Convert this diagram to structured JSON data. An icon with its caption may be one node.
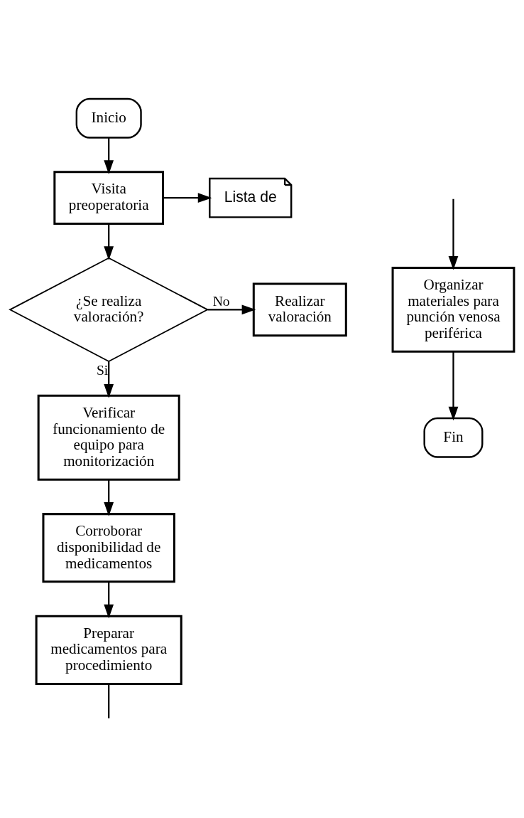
{
  "diagram": {
    "nodes": [
      {
        "text": [
          "Inicio"
        ]
      },
      {
        "text": [
          "Visita preoperatoria"
        ]
      },
      {
        "text": [
          "Lista de"
        ]
      },
      {
        "text": [
          "¿Se realiza valoración?"
        ]
      },
      {
        "text": [
          "Realizar valoración"
        ]
      },
      {
        "text": [
          "Verificar funcionamiento de equipo para monitorización"
        ]
      },
      {
        "text": [
          "Corroborar disponibilidad de medicamentos"
        ]
      },
      {
        "text": [
          "Preparar medicamentos para procedimiento"
        ]
      },
      {
        "text": [
          "Fin"
        ]
      },
      {
        "text": [
          "Organizar materiales para punción venosa periférica"
        ]
      }
    ],
    "edges": [
      {
        "from": 0,
        "to": 1,
        "arrow": "to"
      },
      {
        "from": 1,
        "to": 2,
        "arrow": "to"
      },
      {
        "from": 1,
        "to": 3,
        "arrow": "to"
      },
      {
        "from": 3,
        "to": 4,
        "arrow": "to",
        "label": "No"
      },
      {
        "from": 3,
        "to": 5,
        "arrow": "to",
        "label": "Si"
      },
      {
        "from": 5,
        "to": 6,
        "arrow": "to"
      },
      {
        "from": 6,
        "to": 7,
        "arrow": "to"
      },
      {
        "from": 7,
        "to": null,
        "arrow": "none"
      },
      {
        "from": null,
        "to": 9,
        "arrow": "to"
      },
      {
        "from": 9,
        "to": 8,
        "arrow": "to"
      }
    ]
  }
}
